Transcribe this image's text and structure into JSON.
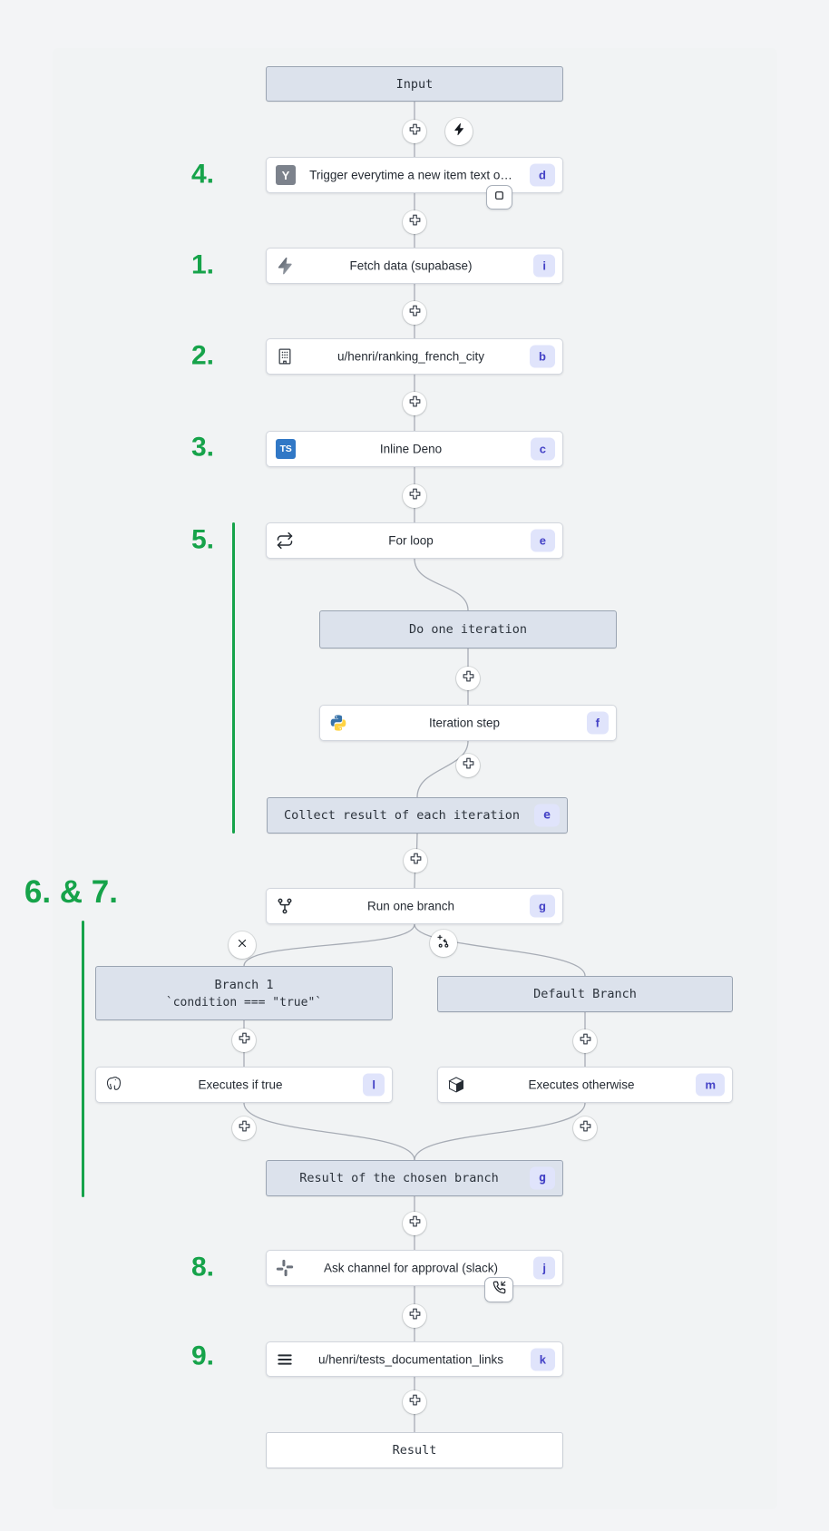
{
  "colors": {
    "accent_green": "#16a34a",
    "badge_bg": "#e0e4fb",
    "badge_text": "#4341c6",
    "virtual_box_fill": "#dce2ec",
    "connector": "#a7acb5",
    "canvas_bg": "#f3f4f6"
  },
  "annotations": {
    "n4": "4.",
    "n1": "1.",
    "n2": "2.",
    "n3": "3.",
    "n5": "5.",
    "n67": "6. & 7.",
    "n8": "8.",
    "n9": "9."
  },
  "boxes": {
    "input": "Input",
    "do_one_iteration": "Do one iteration",
    "collect": {
      "label": "Collect result of each iteration",
      "badge": "e"
    },
    "branch1_title": "Branch 1",
    "branch1_condition": "`condition === \"true\"`",
    "default_branch": "Default Branch",
    "chosen_result": {
      "label": "Result of the chosen branch",
      "badge": "g"
    },
    "result": "Result"
  },
  "nodes": {
    "trigger": {
      "label": "Trigger everytime a new item text o…",
      "badge": "d"
    },
    "fetch": {
      "label": "Fetch data (supabase)",
      "badge": "i"
    },
    "ranking": {
      "label": "u/henri/ranking_french_city",
      "badge": "b"
    },
    "deno": {
      "label": "Inline Deno",
      "badge": "c"
    },
    "forloop": {
      "label": "For loop",
      "badge": "e"
    },
    "iteration": {
      "label": "Iteration step",
      "badge": "f"
    },
    "branchall": {
      "label": "Run one branch",
      "badge": "g"
    },
    "iftrue": {
      "label": "Executes if true",
      "badge": "l"
    },
    "otherwise": {
      "label": "Executes otherwise",
      "badge": "m"
    },
    "slack": {
      "label": "Ask channel for approval (slack)",
      "badge": "j"
    },
    "docs": {
      "label": "u/henri/tests_documentation_links",
      "badge": "k"
    }
  },
  "icon_text": {
    "trigger_y": "Y",
    "ts": "TS"
  }
}
